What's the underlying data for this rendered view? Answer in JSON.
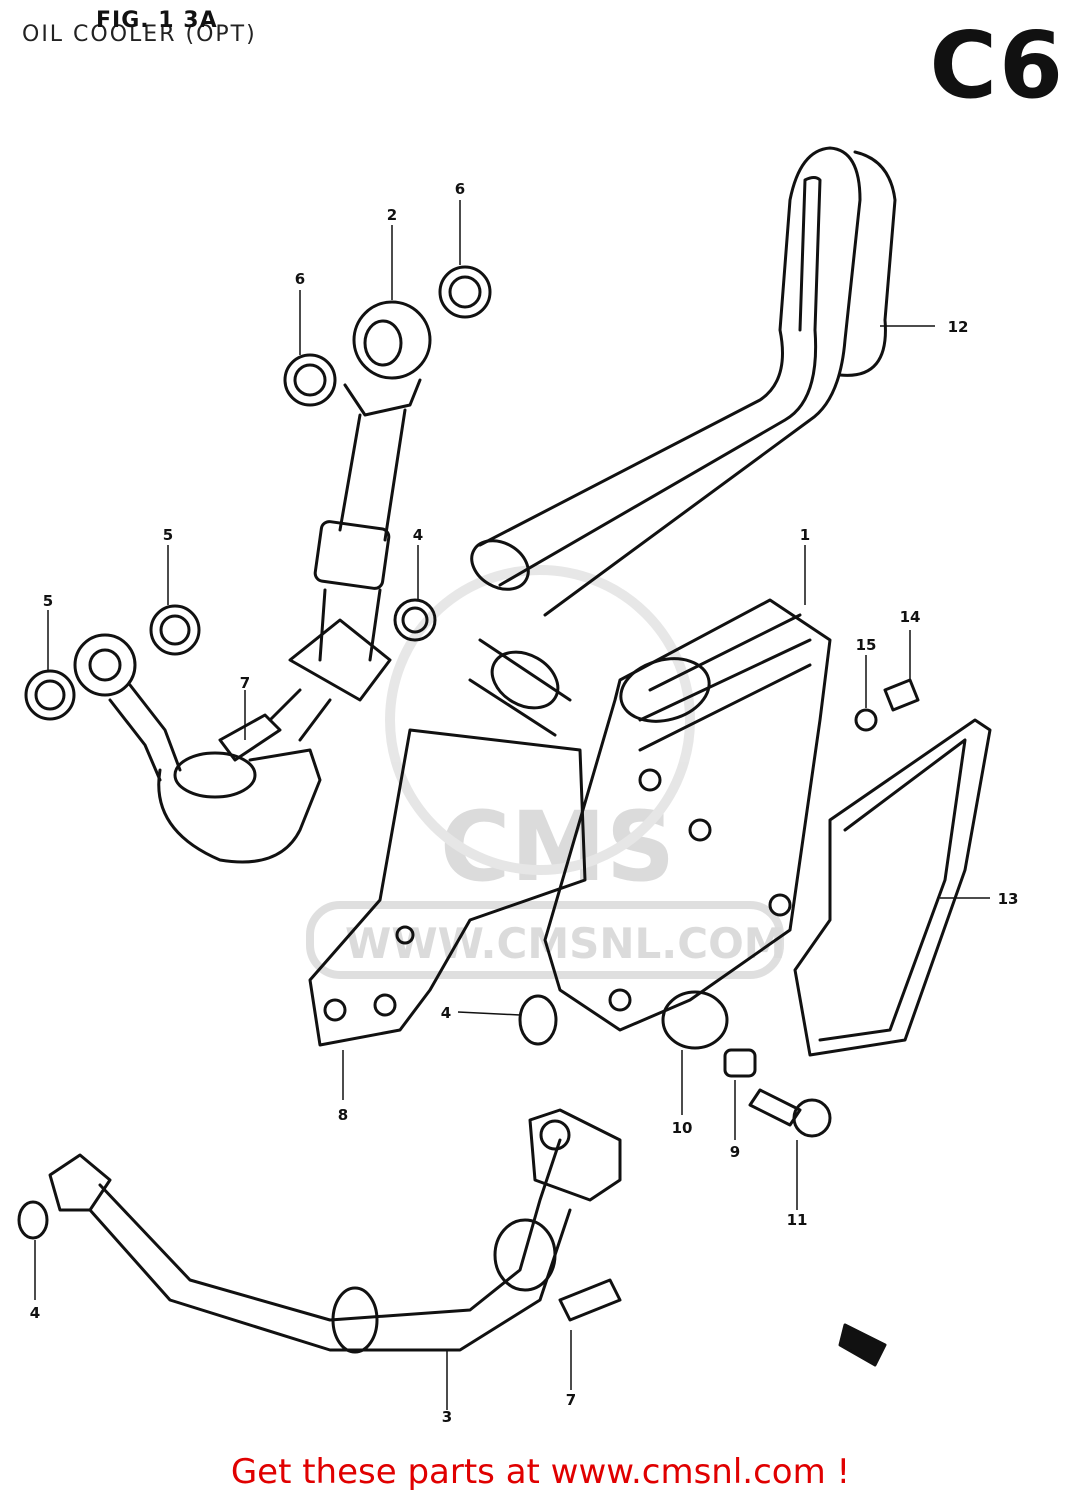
{
  "header": {
    "fig": "FIG. 1 3A",
    "title": "OIL COOLER (OPT)",
    "code": "C6"
  },
  "watermark": {
    "brand": "CMS",
    "url": "WWW.CMSNL.COM"
  },
  "callouts": [
    "1",
    "2",
    "3",
    "4",
    "4",
    "4",
    "5",
    "5",
    "6",
    "6",
    "7",
    "7",
    "8",
    "9",
    "10",
    "11",
    "12",
    "13",
    "14",
    "15"
  ],
  "footer": {
    "text": "Get these parts at www.cmsnl.com !"
  }
}
